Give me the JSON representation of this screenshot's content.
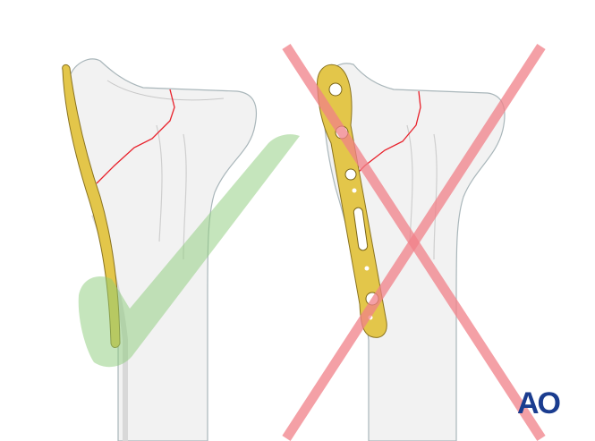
{
  "logo": {
    "text": "AO",
    "color": "#1a3c8f"
  },
  "colors": {
    "bone": "#f0f0f0",
    "bone_outline": "#a8b4b8",
    "fracture_line": "#e8202a",
    "plate": "#e3c64a",
    "check_mark": "#8ccc7a",
    "cross_mark": "#f08088"
  },
  "panels": [
    {
      "name": "correct-plate-placement",
      "marker": "check-icon"
    },
    {
      "name": "incorrect-plate-placement",
      "marker": "cross-icon"
    }
  ]
}
